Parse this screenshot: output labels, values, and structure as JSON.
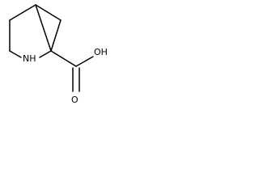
{
  "molecule": {
    "atoms": {
      "nh": "NH",
      "oh": "OH",
      "o": "O"
    }
  }
}
